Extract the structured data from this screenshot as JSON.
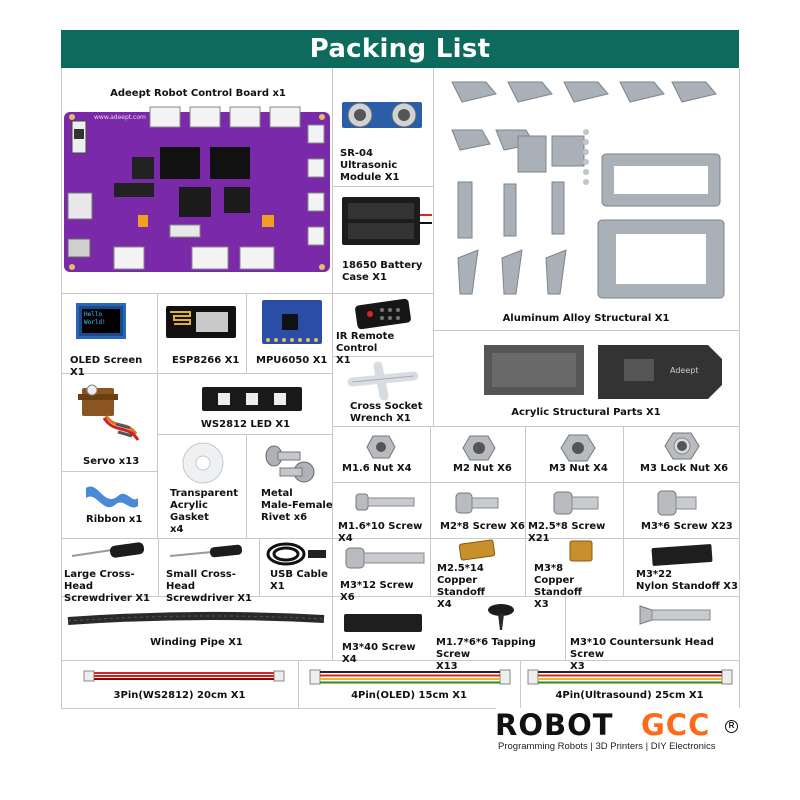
{
  "header": {
    "title": "Packing List"
  },
  "items": {
    "control_board": "Adeept Robot Control Board x1",
    "board_url": "www.adeept.com",
    "ultrasonic": "SR-04 Ultrasonic\nModule X1",
    "battery_case": "18650 Battery\nCase X1",
    "aluminum": "Aluminum Alloy Structural X1",
    "oled": "OLED Screen  X1",
    "oled_screen_text": "Hello\nWorld!",
    "esp8266": "ESP8266  X1",
    "mpu6050": "MPU6050  X1",
    "ir_remote": "IR Remote Control\nX1",
    "servo": "Servo x13",
    "ws2812": "WS2812 LED  X1",
    "wrench": "Cross Socket\nWrench X1",
    "acrylic": "Acrylic Structural Parts X1",
    "acrylic_logo": "Adeept",
    "ribbon": "Ribbon x1",
    "gasket": "Transparent\nAcrylic Gasket\nx4",
    "rivet": "Metal\nMale-Female\nRivet x6",
    "m16_nut": "M1.6 Nut X4",
    "m2_nut": "M2 Nut  X6",
    "m3_nut": "M3 Nut  X4",
    "m3_lock_nut": "M3 Lock Nut  X6",
    "m16_screw": "M1.6*10 Screw X4",
    "m2_screw": "M2*8 Screw X6",
    "m25_screw": "M2.5*8 Screw X21",
    "m36_screw": "M3*6 Screw X23",
    "large_driver": "Large Cross-Head\nScrewdriver X1",
    "small_driver": "Small Cross-Head\nScrewdriver X1",
    "usb_cable": "USB Cable\nX1",
    "m312_screw": "M3*12 Screw X6",
    "m2514_standoff": "M2.5*14\nCopper Standoff\nX4",
    "m38_standoff": "M3*8\nCopper Standoff\nX3",
    "m322_standoff": "M3*22\nNylon Standoff X3",
    "winding_pipe": "Winding Pipe X1",
    "m340_screw": "M3*40 Screw X4",
    "tapping_screw": "M1.7*6*6 Tapping Screw\nX13",
    "countersunk": "M3*10 Countersunk Head Screw\nX3",
    "cable_3pin": "3Pin(WS2812) 20cm X1",
    "cable_4pin_oled": "4Pin(OLED) 15cm X1",
    "cable_4pin_ultra": "4Pin(Ultrasound) 25cm X1"
  },
  "brand": {
    "name_a": "ROBOT",
    "name_b": "GCC",
    "registered": "R",
    "tagline": "Programming Robots | 3D Printers | DIY Electronics"
  },
  "colors": {
    "header": "#0d6b5e",
    "board": "#7a2aa8",
    "brand_accent": "#ff6a1a",
    "metal": "#a9b0b8",
    "brass": "#c8902a"
  }
}
